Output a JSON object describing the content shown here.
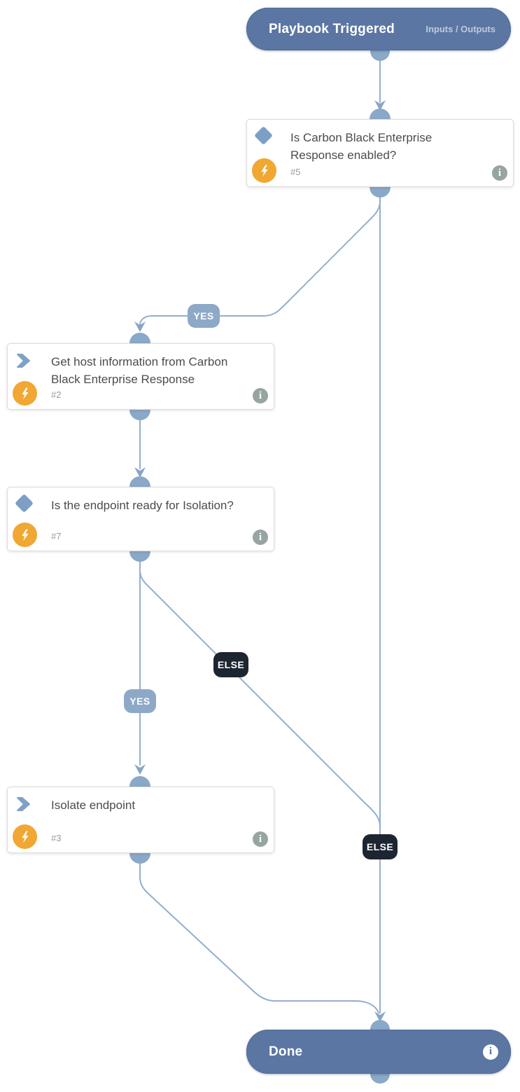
{
  "start_node": {
    "label": "Playbook Triggered",
    "link_label": "Inputs / Outputs"
  },
  "end_node": {
    "label": "Done"
  },
  "nodes": [
    {
      "id_label": "#5",
      "type": "decision",
      "icon": "diamond-icon",
      "title": "Is Carbon Black Enterprise Response enabled?"
    },
    {
      "id_label": "#2",
      "type": "action",
      "icon": "chevron-icon",
      "title": "Get host information from Carbon Black Enterprise Response"
    },
    {
      "id_label": "#7",
      "type": "decision",
      "icon": "diamond-icon",
      "title": "Is the endpoint ready for Isolation?"
    },
    {
      "id_label": "#3",
      "type": "action",
      "icon": "chevron-icon",
      "title": "Isolate endpoint"
    }
  ],
  "edges": [
    {
      "from": "#5",
      "to": "#2",
      "label": "YES"
    },
    {
      "from": "#7",
      "to": "#3",
      "label": "YES"
    },
    {
      "from": "#7",
      "to": "Done",
      "label": "ELSE"
    },
    {
      "from": "#5",
      "to": "Done",
      "label": "ELSE"
    }
  ],
  "icons": {
    "info_glyph": "i"
  },
  "colors": {
    "pill_blue": "#5b76a3",
    "connector_blue": "#8aa8c8",
    "wire_blue": "#93afce",
    "badge_yes_bg": "#8da9c7",
    "badge_else_bg": "#1d2531",
    "bolt_orange": "#f0a733",
    "icon_blue": "#7d9ec5",
    "info_gray": "#97a5a2",
    "title_text": "#4c4c4c",
    "id_text": "#9b9b9b"
  }
}
